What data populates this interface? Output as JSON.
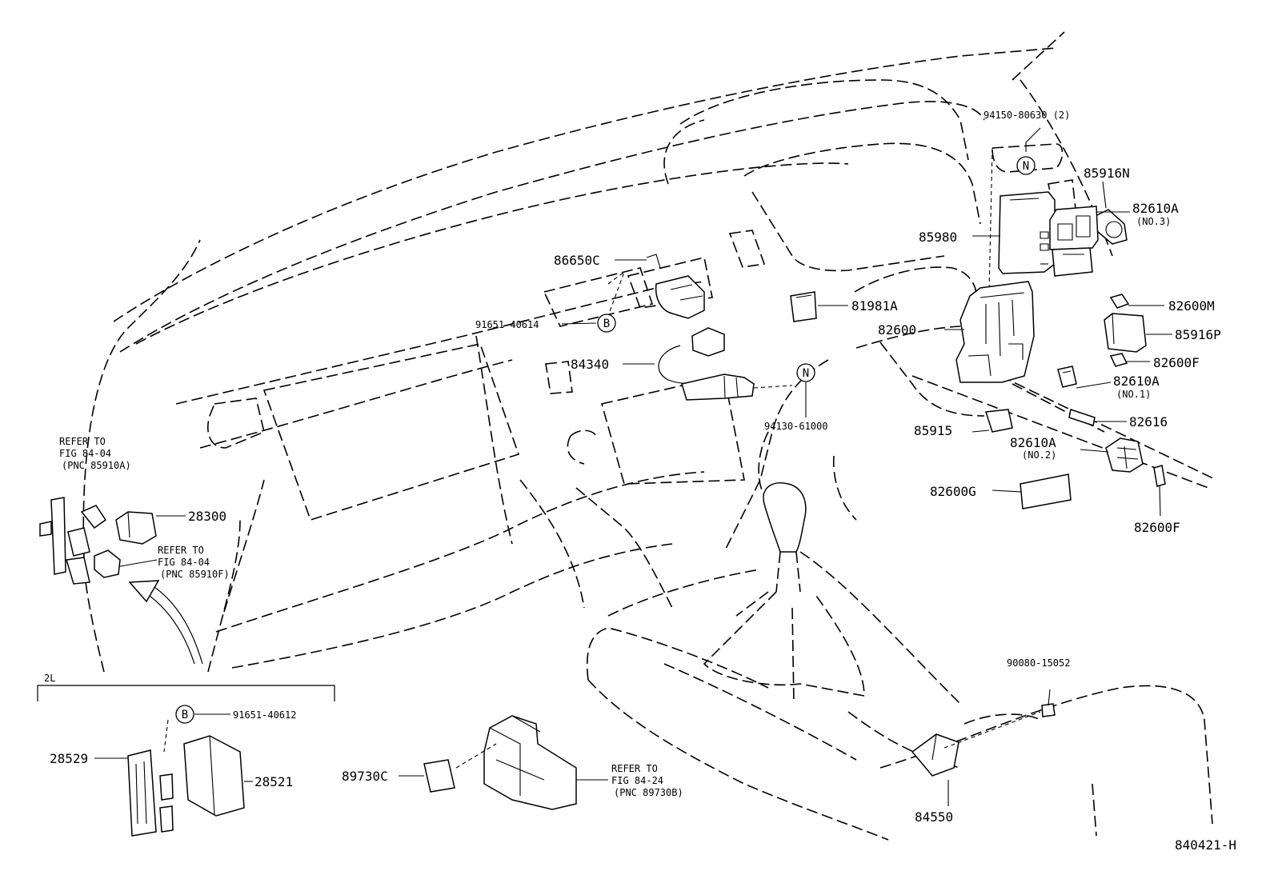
{
  "diagram_id": "840421-H",
  "section_2l": {
    "title": "2L"
  },
  "symbols": {
    "b": "B",
    "n": "N"
  },
  "parts": {
    "p94150": "94150-80630 (2)",
    "p85916n": "85916N",
    "p85980": "85980",
    "p82610a_3": "82610A",
    "p82610a_3_note": "(NO.3)",
    "p82600m": "82600M",
    "p85916p": "85916P",
    "p82600f_top": "82600F",
    "p82610a_1": "82610A",
    "p82610a_1_note": "(NO.1)",
    "p82616": "82616",
    "p82610a_2": "82610A",
    "p82610a_2_note": "(NO.2)",
    "p82600g": "82600G",
    "p82600f_bottom": "82600F",
    "p86650c": "86650C",
    "p91651_40614": "91651-40614",
    "p81981a": "81981A",
    "p82600": "82600",
    "p84340": "84340",
    "p94130": "94130-61000",
    "p85915": "85915",
    "p28300": "28300",
    "p90080": "90080-15052",
    "p84550": "84550",
    "p91651_40612": "91651-40612",
    "p28529": "28529",
    "p28521": "28521",
    "p89730c": "89730C"
  },
  "references": {
    "ref_85910a": {
      "line1": "REFER TO",
      "line2": "FIG 84-04",
      "line3": "(PNC 85910A)"
    },
    "ref_85910f": {
      "line1": "REFER TO",
      "line2": "FIG 84-04",
      "line3": "(PNC 85910F)"
    },
    "ref_89730b": {
      "line1": "REFER TO",
      "line2": "FIG 84-24",
      "line3": "(PNC 89730B)"
    }
  }
}
